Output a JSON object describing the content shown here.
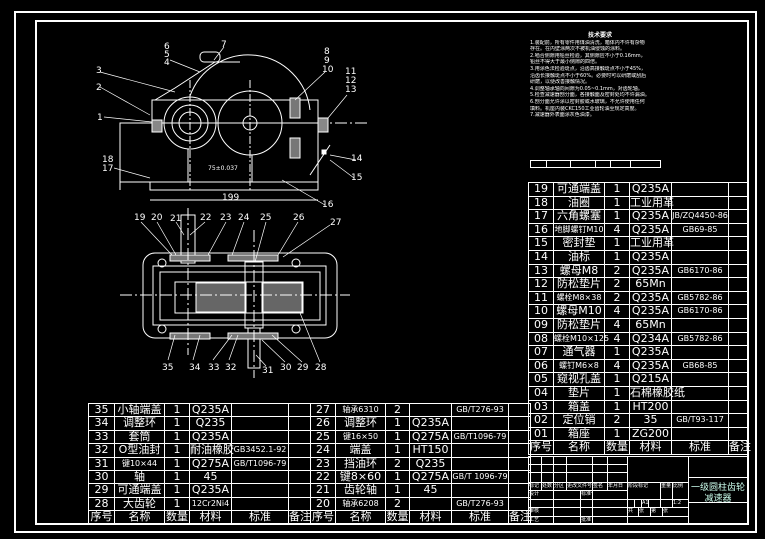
{
  "notes": {
    "title": "技术要求",
    "lines": [
      "1.装配前，所有零件用煤油清洗，箱体内不许有杂物",
      "存在。在内壁涂两次不被机油侵蚀的涂料。",
      "2.啮合侧隙用铅丝检验，其侧隙应不小于0.16mm，",
      "铅丝不得大于最小侧隙的四倍。",
      "3.用涂色法检验斑点，沿齿高接触斑点不小于45%，",
      "沿齿长接触斑点不小于60%。必要时可以研磨或刮后",
      "研磨，以便改善接触情况。",
      "4.调整轴承轴向间隙为0.05~0.1mm，对齿轮轴。",
      "5.检查减速器剖分面，各接触面及密封处均不许漏油。",
      "6.剖分面允许涂以密封胶或水玻璃，不允许使用任何",
      "填料。机座内装CKC150工业齿轮油至规定高度。",
      "7.减速器外表面涂灰色油漆。"
    ]
  },
  "parts_right": {
    "rows": [
      [
        "19",
        "可通端盖",
        "1",
        "Q235A",
        "",
        ""
      ],
      [
        "18",
        "油圈",
        "1",
        "工业用革",
        "",
        ""
      ],
      [
        "17",
        "六角螺塞",
        "1",
        "Q235A",
        "JB/ZQ4450-86",
        ""
      ],
      [
        "16",
        "地脚螺钉M10",
        "4",
        "Q235A",
        "GB69-85",
        ""
      ],
      [
        "15",
        "密封垫",
        "1",
        "工业用革",
        "",
        ""
      ],
      [
        "14",
        "油标",
        "1",
        "Q235A",
        "",
        ""
      ],
      [
        "13",
        "螺母M8",
        "2",
        "Q235A",
        "GB6170-86",
        ""
      ],
      [
        "12",
        "防松垫片",
        "2",
        "65Mn",
        "",
        ""
      ],
      [
        "11",
        "螺栓M8×38",
        "2",
        "Q235A",
        "GB5782-86",
        ""
      ],
      [
        "10",
        "螺母M10",
        "4",
        "Q235A",
        "GB6170-86",
        ""
      ],
      [
        "09",
        "防松垫片",
        "4",
        "65Mn",
        "",
        ""
      ],
      [
        "08",
        "螺栓M10×125",
        "4",
        "Q234A",
        "GB5782-86",
        ""
      ],
      [
        "07",
        "通气器",
        "1",
        "Q235A",
        "",
        ""
      ],
      [
        "06",
        "螺钉M6×8",
        "4",
        "Q235A",
        "GB68-85",
        ""
      ],
      [
        "05",
        "窥视孔盖",
        "1",
        "Q215A",
        "",
        ""
      ],
      [
        "04",
        "垫片",
        "1",
        "石棉橡胶纸",
        "",
        ""
      ],
      [
        "03",
        "箱盖",
        "1",
        "HT200",
        "",
        ""
      ],
      [
        "02",
        "定位销",
        "2",
        "35",
        "GB/T93-117",
        ""
      ],
      [
        "01",
        "箱座",
        "1",
        "ZG200",
        "",
        ""
      ]
    ]
  },
  "parts_bottom_left": {
    "rows": [
      [
        "35",
        "小轴端盖",
        "1",
        "Q235A",
        "",
        ""
      ],
      [
        "34",
        "调整环",
        "1",
        "Q235",
        "",
        ""
      ],
      [
        "33",
        "套筒",
        "1",
        "Q235A",
        "",
        ""
      ],
      [
        "32",
        "O型油封",
        "1",
        "耐油橡胶",
        "GB3452.1-92",
        ""
      ],
      [
        "31",
        "键10×44",
        "1",
        "Q275A",
        "GB/T1096-79",
        ""
      ],
      [
        "30",
        "轴",
        "1",
        "45",
        "",
        ""
      ],
      [
        "29",
        "可通端盖",
        "1",
        "Q235A",
        "",
        ""
      ],
      [
        "28",
        "大齿轮",
        "1",
        "12Cr2Ni4",
        "",
        ""
      ]
    ]
  },
  "parts_bottom_right": {
    "rows": [
      [
        "27",
        "轴承6310",
        "2",
        "",
        "GB/T276-93",
        ""
      ],
      [
        "26",
        "调整环",
        "1",
        "Q235A",
        "",
        ""
      ],
      [
        "25",
        "键16×50",
        "1",
        "Q275A",
        "GB/T1096-79",
        ""
      ],
      [
        "24",
        "端盖",
        "1",
        "HT150",
        "",
        ""
      ],
      [
        "23",
        "挡油环",
        "2",
        "Q235",
        "",
        ""
      ],
      [
        "22",
        "键8×60",
        "1",
        "Q275A",
        "GB/T 1096-79",
        ""
      ],
      [
        "21",
        "齿轮轴",
        "1",
        "45",
        "",
        ""
      ],
      [
        "20",
        "轴承6208",
        "2",
        "",
        "GB/T276-93",
        ""
      ]
    ]
  },
  "header": [
    "序号",
    "名称",
    "数量",
    "材料",
    "标准",
    "备注"
  ],
  "title_block": {
    "labels": [
      "标记",
      "处数",
      "分区",
      "更改文件号",
      "签名",
      "年月日",
      "设计",
      "标准化",
      "审核",
      "工艺",
      "批准",
      "阶段标记",
      "重量",
      "比例",
      "A1",
      "1:2",
      "共",
      "张",
      "第",
      "张"
    ],
    "drawing_title_line1": "一级圆柱齿轮",
    "drawing_title_line2": "减速器"
  },
  "drawing_labels": {
    "front": [
      "1",
      "2",
      "3",
      "4",
      "5",
      "6",
      "7",
      "8",
      "9",
      "10",
      "11",
      "12",
      "13",
      "14",
      "15",
      "16",
      "17",
      "18"
    ],
    "dim_width": "199",
    "dim_center": "75±0.037",
    "plan": [
      "19",
      "20",
      "21",
      "22",
      "23",
      "24",
      "25",
      "26",
      "27",
      "28",
      "29",
      "30",
      "31",
      "32",
      "33",
      "34",
      "35"
    ]
  }
}
